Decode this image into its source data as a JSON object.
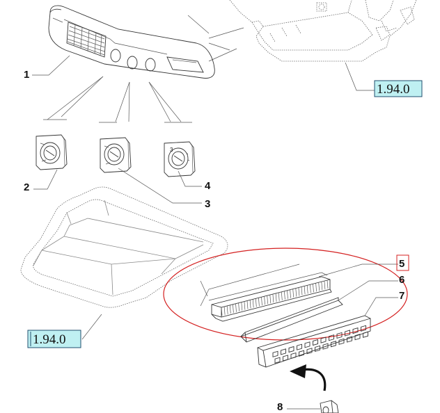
{
  "colors": {
    "ref_fill": "#bff0f2",
    "ref_stroke": "#1f4e6e",
    "highlight_ellipse": "#d42020",
    "selected_box": "#d42020",
    "line": "#333333"
  },
  "callouts": [
    {
      "id": "1",
      "label": "1"
    },
    {
      "id": "2",
      "label": "2"
    },
    {
      "id": "3",
      "label": "3"
    },
    {
      "id": "4",
      "label": "4"
    },
    {
      "id": "5",
      "label": "5",
      "selected": true
    },
    {
      "id": "6",
      "label": "6"
    },
    {
      "id": "7",
      "label": "7"
    },
    {
      "id": "8",
      "label": "8"
    }
  ],
  "references": [
    {
      "id": "top",
      "label": "1.94.0"
    },
    {
      "id": "left",
      "label": "1.94.0"
    }
  ]
}
